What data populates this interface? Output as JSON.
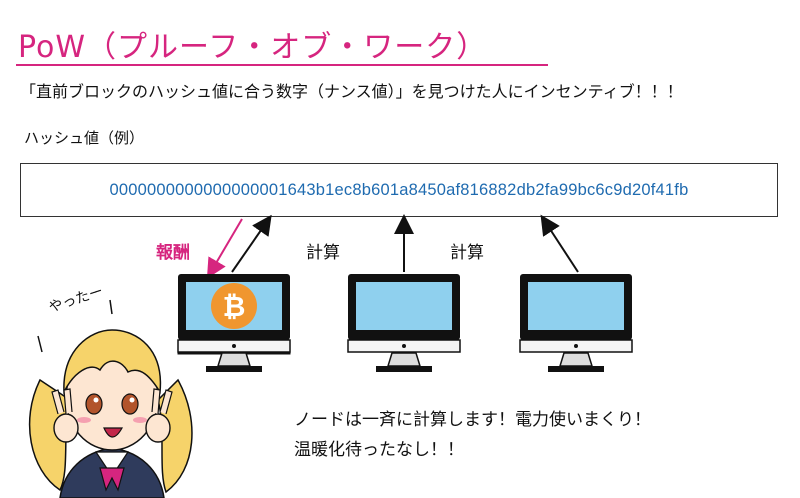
{
  "title": "PoW（プルーフ・オブ・ワーク）",
  "description": "「直前ブロックのハッシュ値に合う数字（ナンス値）」を見つけた人にインセンティブ！！！",
  "hash_caption": "ハッシュ値（例）",
  "hash_value": "0000000000000000001643b1ec8b601a8450af816882db2fa99bc6c9d20f41fb",
  "labels": {
    "reward": "報酬",
    "compute_1": "計算",
    "compute_2": "計算"
  },
  "speech": "やったー",
  "bubble_lines": [
    "ノードは一斉に計算します！電力使いまくり！",
    "温暖化待ったなし！！"
  ],
  "colors": {
    "accent": "#d6257f",
    "hash_text": "#1f6bb0",
    "screen": "#8fd0ee",
    "bitcoin": "#f0962f"
  },
  "icons": [
    "bitcoin-icon",
    "computer-icon"
  ]
}
